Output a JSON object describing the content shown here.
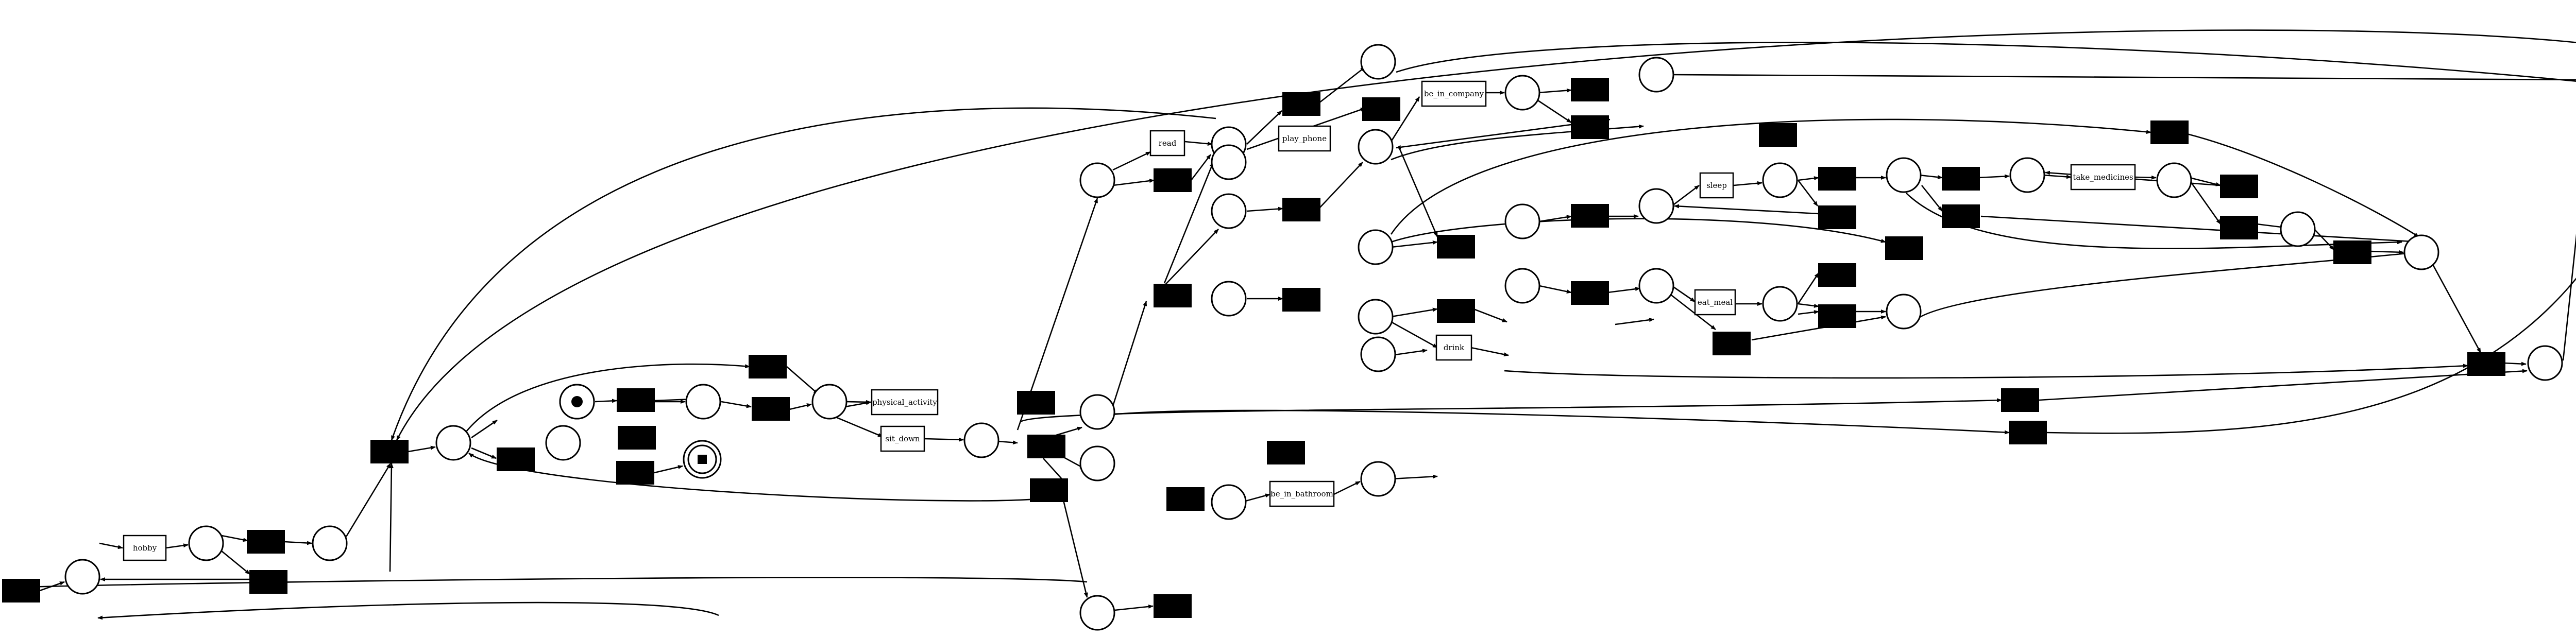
{
  "diagram": {
    "colors": {
      "stroke": "#000000",
      "background": "#ffffff",
      "silent_fill": "#000000"
    },
    "labels": {
      "hobby": "hobby",
      "physical_activity": "physical_activity",
      "sit_down": "sit_down",
      "read": "read",
      "play_phone": "play_phone",
      "be_in_company": "be_in_company",
      "sleep": "sleep",
      "take_medicines": "take_medicines",
      "eat_meal": "eat_meal",
      "drink": "drink",
      "be_in_bathroom": "be_in_bathroom"
    }
  }
}
